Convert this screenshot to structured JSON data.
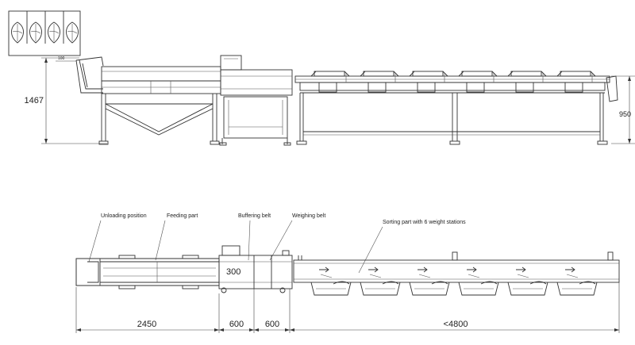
{
  "side_view": {
    "dims": {
      "height_left": "1467",
      "height_right": "950",
      "small_mark": "100"
    }
  },
  "top_view": {
    "labels": {
      "unloading": "Unloading position",
      "feeding": "Feeding part",
      "buffering": "Buffering belt",
      "weighing": "Weighing belt",
      "sorting": "Sorting part with 6 weight stations"
    },
    "dims": {
      "d2450": "2450",
      "d600a": "600",
      "d600b": "600",
      "d4800": "<4800",
      "d300": "300"
    },
    "weight_station_count": 6
  }
}
